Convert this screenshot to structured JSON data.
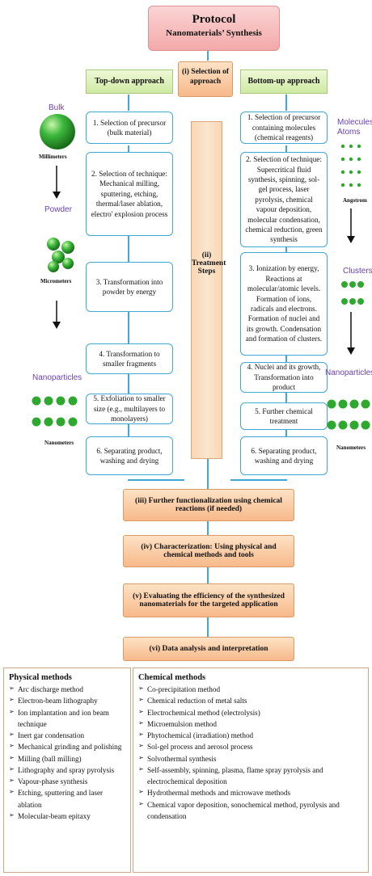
{
  "title": {
    "line1": "Protocol",
    "line2": "Nanomaterials’ Synthesis"
  },
  "approaches": {
    "top_down": "Top-down approach",
    "selection": "(i) Selection of approach",
    "bottom_up": "Bottom-up approach"
  },
  "treatment": {
    "line1": "(ii)",
    "line2": "Treatment",
    "line3": "Steps"
  },
  "top_down_steps": [
    "1. Selection of precursor (bulk material)",
    "2. Selection of technique: Mechanical milling, sputtering, etching, thermal/laser ablation, electro' explosion process",
    "3. Transformation into powder by energy",
    "4. Transformation to smaller fragments",
    "5. Exfoliation to smaller size (e.g., multilayers to monolayers)",
    "6. Separating product, washing and drying"
  ],
  "bottom_up_steps": [
    "1. Selection of precursor containing molecules (chemical reagents)",
    "2. Selection of technique: Supercritical fluid synthesis, spinning, sol-gel process, laser pyrolysis, chemical vapour deposition, molecular condensation, chemical reduction, green synthesis",
    "3. Ionization by energy, Reactions at molecular/atomic levels. Formation of ions, radicals and electrons. Formation of nuclei and its growth. Condensation and formation of clusters.",
    "4. Nuclei and its growth, Transformation into product",
    "5. Further chemical treatment",
    "6. Separating product, washing and drying"
  ],
  "left_labels": {
    "bulk": "Bulk",
    "millimeters": "Millimeters",
    "powder": "Powder",
    "micrometers": "Micrometers",
    "nanoparticles": "Nanoparticles",
    "nanometers": "Nanometers"
  },
  "right_labels": {
    "molecules": "Molecules/ Atoms",
    "angstrom": "Angstrom",
    "clusters": "Clusters",
    "nanoparticles": "Nanoparticles",
    "nanometers": "Nanometers"
  },
  "further_steps": [
    "(iii) Further functionalization using chemical reactions (if needed)",
    "(iv) Characterization: Using physical and chemical methods and tools",
    "(v) Evaluating the efficiency of the synthesized nanomaterials for the targeted application",
    "(vi) Data analysis and interpretation"
  ],
  "physical_methods": {
    "heading": "Physical methods",
    "items": [
      "Arc discharge method",
      "Electron-beam lithography",
      "Ion implantation and ion beam technique",
      "Inert gar condensation",
      "Mechanical grinding and polishing",
      "Milling (ball milling)",
      "Lithography and spray pyrolysis",
      "Vapour-phase synthesis",
      "Etching, sputtering and laser ablation",
      "Molecular-beam epitaxy"
    ]
  },
  "chemical_methods": {
    "heading": "Chemical methods",
    "items": [
      "Co-precipitation method",
      "Chemical reduction of metal salts",
      "Electrochemical method (electrolysis)",
      "Microemulsion method",
      "Phytochemical (irradiation) method",
      "Sol-gel process and aerosol process",
      "Solvothermal synthesis",
      "Self-assembly, spinning, plasma, flame spray pyrolysis and electrochemical deposition",
      "Hydrothermal methods and microwave methods",
      "Chemical vapor deposition, sonochemical method, pyrolysis and condensation"
    ]
  },
  "colors": {
    "step_border": "#41a7d6",
    "green_sphere": "#2fa82f",
    "label_purple": "#6a3fb3"
  }
}
